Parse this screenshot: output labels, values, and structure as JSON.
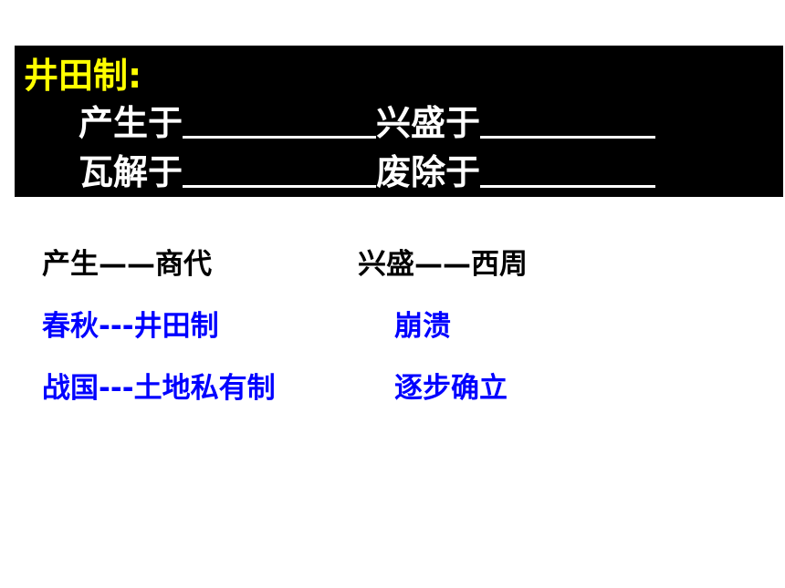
{
  "colors": {
    "box_bg": "#000000",
    "title": "#ffff00",
    "box_text": "#ffffff",
    "answer_black": "#000000",
    "answer_blue": "#0000ff"
  },
  "question": {
    "title": "井田制:",
    "line1": {
      "a": "产生于",
      "b": "兴盛于"
    },
    "line2": {
      "a": "瓦解于",
      "b": "废除于"
    }
  },
  "answers": {
    "origin": "产生——商代",
    "flourish": "兴盛——西周",
    "chunqiu": "春秋---井田制",
    "chunqiu_result": "崩溃",
    "zhanguo": "战国---土地私有制",
    "zhanguo_result": "逐步确立"
  }
}
